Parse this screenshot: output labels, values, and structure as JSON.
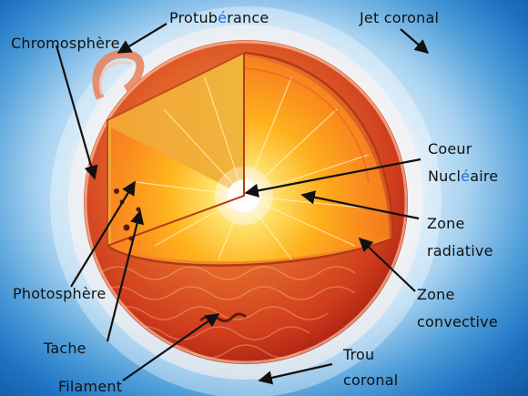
{
  "labels": {
    "protuberance": {
      "pre": "Protub",
      "accent": "é",
      "post": "rance"
    },
    "jet_coronal": "Jet coronal",
    "chromosphere": "Chromosphère",
    "coeur": "Coeur",
    "nucleaire": {
      "pre": "Nucl",
      "accent": "é",
      "post": "aire"
    },
    "zone_radiative_1": "Zone",
    "zone_radiative_2": "radiative",
    "photosphere": "Photosphère",
    "zone_convective_1": "Zone",
    "zone_convective_2": "convective",
    "tache": "Tache",
    "trou_coronal_1": "Trou",
    "trou_coronal_2": "coronal",
    "filament": "Filament"
  },
  "colors": {
    "accent_letter": "#1e6fd6",
    "sun_surface": "#d8451f",
    "core": "#ffffff",
    "radiative_zone": "#ffb21a",
    "convective_zone": "#e86b24",
    "sky_edge": "#1f74c4"
  }
}
